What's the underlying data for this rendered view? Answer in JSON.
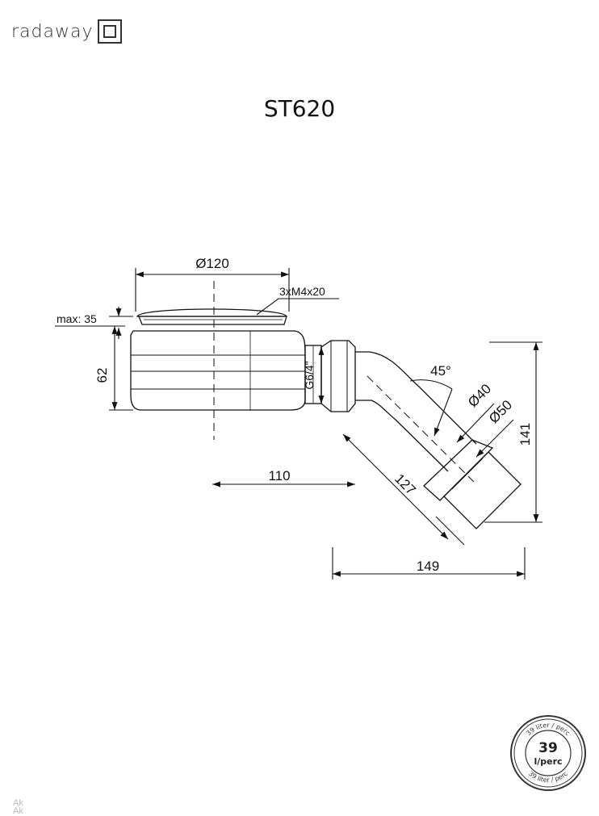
{
  "brand": {
    "name": "radaway",
    "logo_icon": "square-frame-icon"
  },
  "title": "ST620",
  "dimensions": {
    "top_diameter": "Ø120",
    "screws": "3xM4x20",
    "max_height": "max: 35",
    "body_height": "62",
    "thread": "G6/4\"",
    "angle": "45°",
    "outlet_inner": "Ø40",
    "outlet_outer": "Ø50",
    "outlet_height": "141",
    "center_offset": "110",
    "diagonal_length": "127",
    "total_width": "149"
  },
  "badge": {
    "value": "39",
    "unit": "l/perc",
    "ring_text_top": "39 liter / perc",
    "ring_text_bottom": "39 liter / perc"
  },
  "footer": {
    "line1": "Ak",
    "line2": "Ak"
  }
}
